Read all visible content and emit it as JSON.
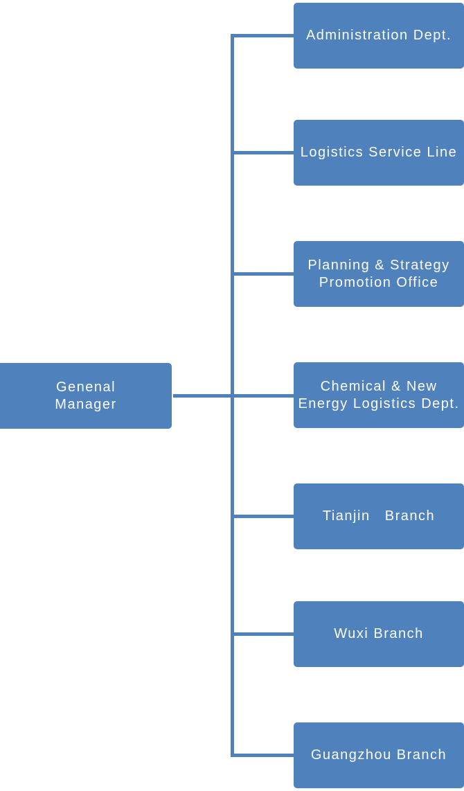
{
  "org_chart": {
    "type": "org-tree",
    "root": {
      "label": "Genenal\nManager"
    },
    "departments": [
      {
        "label": "Administration Dept."
      },
      {
        "label": "Logistics Service Line"
      },
      {
        "label": "Planning & Strategy\nPromotion Office"
      },
      {
        "label": "Chemical & New\nEnergy Logistics Dept."
      },
      {
        "label": "Tianjin   Branch"
      },
      {
        "label": "Wuxi Branch"
      },
      {
        "label": "Guangzhou Branch"
      }
    ],
    "colors": {
      "node_fill": "#4f81bd",
      "connector": "#4f81bd",
      "text": "#ffffff",
      "background": "#ffffff"
    }
  }
}
